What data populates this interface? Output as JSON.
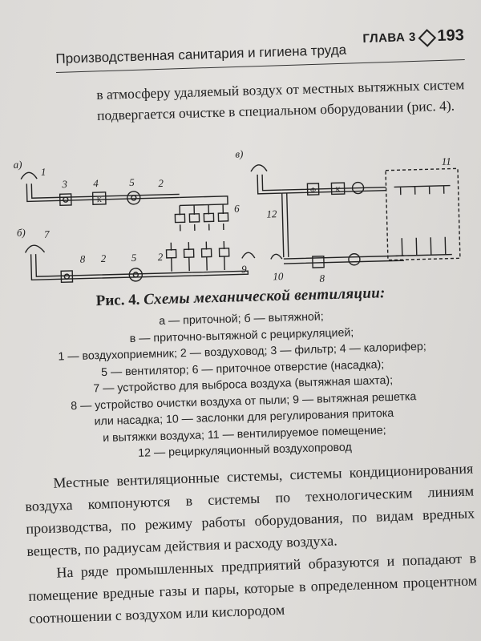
{
  "header": {
    "running_title": "Производственная санитария и гигиена труда",
    "chapter": "ГЛАВА 3",
    "page_number": "193"
  },
  "intro_text": "в атмосферу удаляемый воздух от местных вытяжных систем подвергается очистке в специальном оборудовании (рис. 4).",
  "figure": {
    "label_a": "а)",
    "label_b": "б)",
    "label_v": "в)",
    "numbers": {
      "n1": "1",
      "n2": "2",
      "n3": "3",
      "n4": "4",
      "n5": "5",
      "n6": "6",
      "n7": "7",
      "n8": "8",
      "n9": "9",
      "n10": "10",
      "n11": "11",
      "n12": "12"
    },
    "filter_symbol": "Ф",
    "heater_symbol": "К",
    "caption_title_prefix": "Рис. 4.",
    "caption_title": "Схемы механической вентиляции:",
    "legend": [
      "а — приточной; б — вытяжной;",
      "в — приточно-вытяжной с рециркуляцией;",
      "1 — воздухоприемник; 2 — воздуховод; 3 — фильтр; 4 — калорифер;",
      "5 — вентилятор; 6 — приточное отверстие (насадка);",
      "7 — устройство для выброса воздуха (вытяжная шахта);",
      "8 — устройство очистки воздуха от пыли; 9 — вытяжная решетка",
      "или насадка; 10 — заслонки для регулирования притока",
      "и вытяжки воздуха; 11 — вентилируемое помещение;",
      "12 — рециркуляционный воздухопровод"
    ]
  },
  "paragraphs": [
    "Местные вентиляционные системы, системы кондиционирования воздуха компонуются в системы по технологическим линиям производства, по режиму работы оборудования, по видам вредных веществ, по радиусам действия и расходу воздуха.",
    "На ряде промышленных предприятий образуются и попадают в помещение вредные газы и пары, которые в определенном процентном соотношении с воздухом или кислородом"
  ]
}
